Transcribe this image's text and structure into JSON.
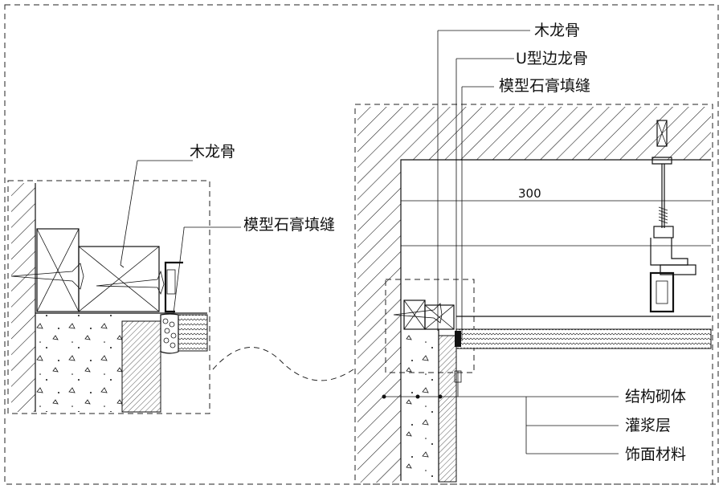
{
  "left_detail": {
    "labels": {
      "wood_joist": "木龙骨",
      "gypsum_fill": "模型石膏填缝"
    }
  },
  "right_detail": {
    "labels": {
      "wood_joist": "木龙骨",
      "u_edge_joist": "U型边龙骨",
      "gypsum_fill": "模型石膏填缝",
      "structural_masonry": "结构砌体",
      "grout_layer": "灌浆层",
      "finish_material": "饰面材料"
    },
    "dimension": "300"
  }
}
